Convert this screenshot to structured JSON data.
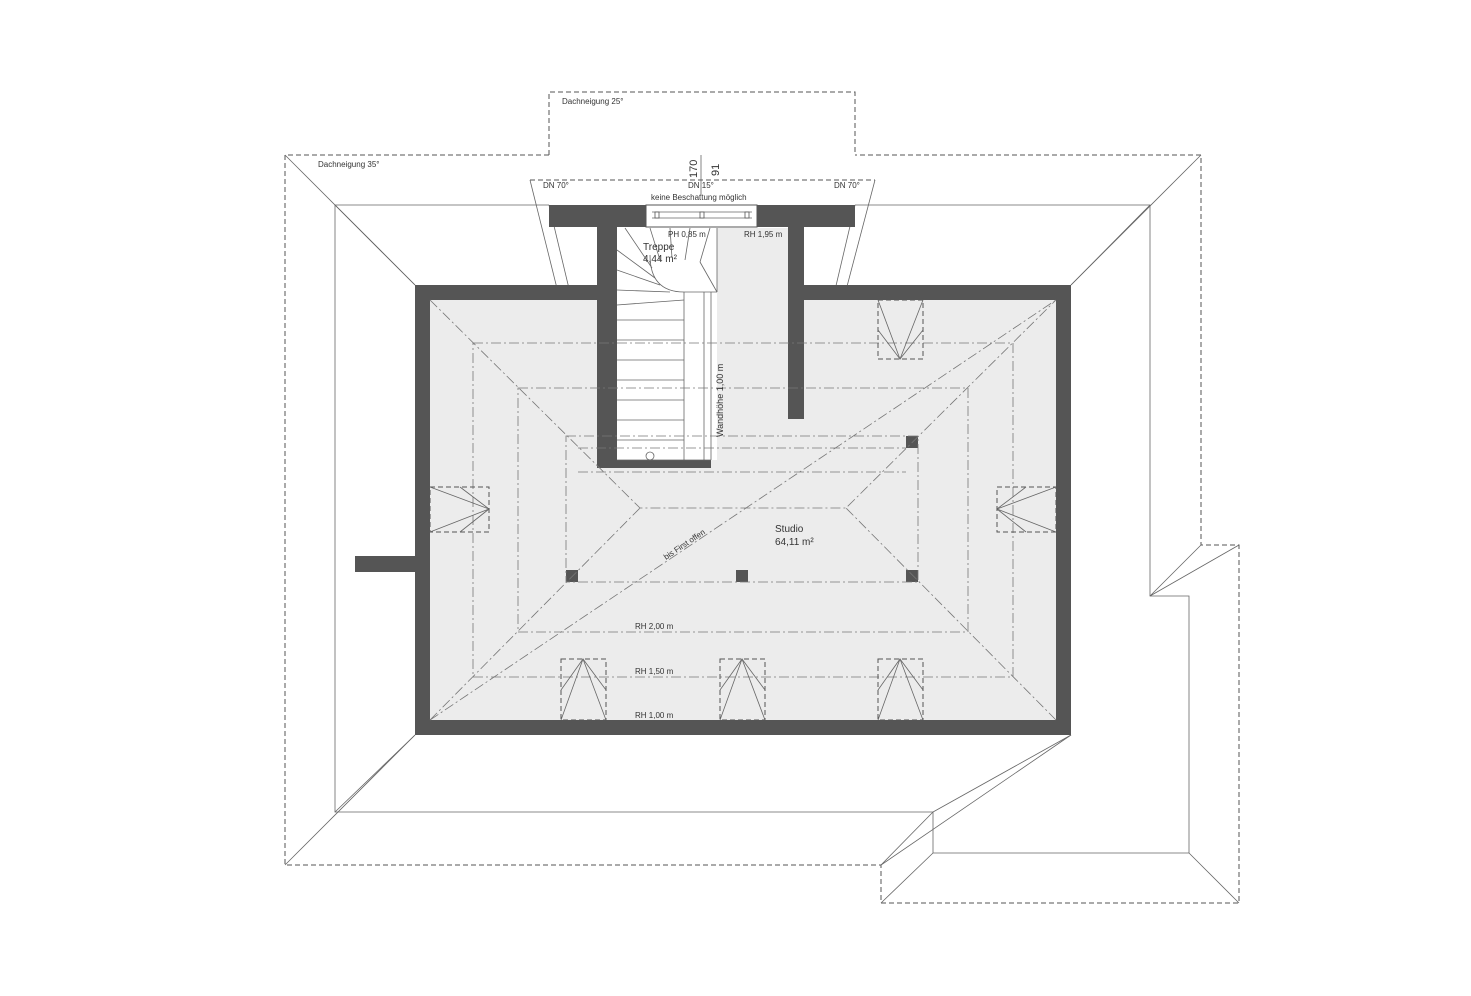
{
  "plan": {
    "roof_pitch_main": "Dachneigung 35°",
    "roof_pitch_dormer": "Dachneigung 25°",
    "dn_left": "DN 70°",
    "dn_center": "DN 15°",
    "dn_right": "DN 70°",
    "dim_top": "170",
    "dim_bottom": "91",
    "shading_note": "keine Beschattung möglich",
    "ph_label": "PH 0,85 m",
    "rh_dormer": "RH 1,95 m",
    "wall_height": "Wandhöhe 1,00 m",
    "ridge_note": "bis First offen",
    "rh_200": "RH 2,00 m",
    "rh_150": "RH 1,50 m",
    "rh_100": "RH 1,00 m"
  },
  "rooms": {
    "stair": {
      "name": "Treppe",
      "area": "4,44 m²"
    },
    "studio": {
      "name": "Studio",
      "area": "64,11 m²"
    }
  },
  "colors": {
    "wall": "#555555",
    "floor": "#ececec",
    "line": "#555555"
  }
}
